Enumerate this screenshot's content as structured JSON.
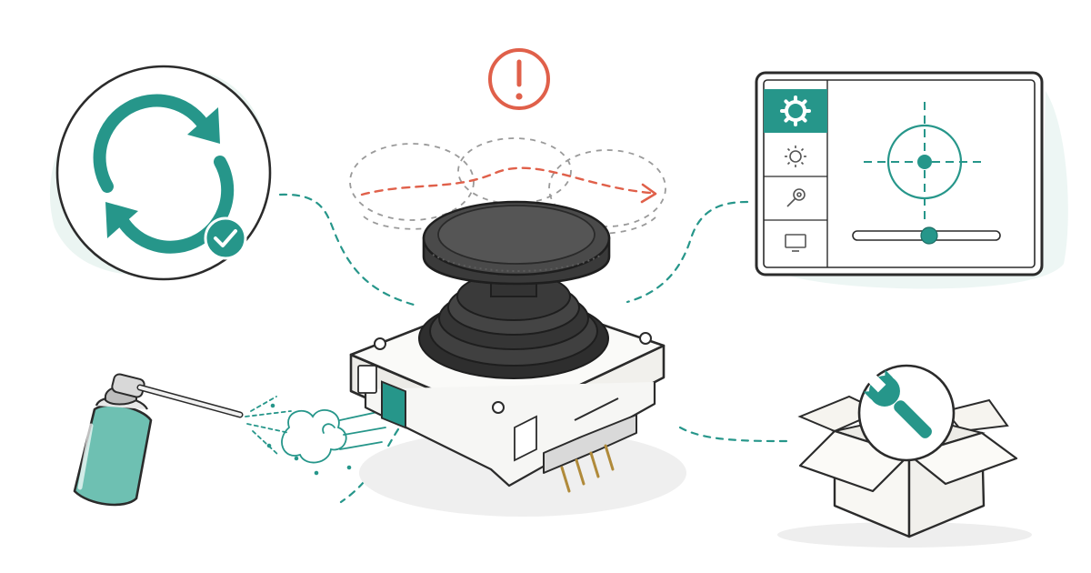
{
  "colors": {
    "accent": "#26968a",
    "accent_light": "#e3f1ee",
    "warning": "#e0604a",
    "ink": "#2b2b2b",
    "joystick_dark": "#3b3b3b",
    "housing": "#f7f7f5"
  },
  "icons": {
    "center": "analog-stick-module-icon",
    "drift": "exclamation-circle-icon",
    "recalibrate": "sync-check-icon",
    "settings": "settings-calibration-screen-icon",
    "cleaning": "compressed-air-can-icon",
    "repair": "repair-box-wrench-icon"
  },
  "settings_menu": [
    {
      "icon": "gear-icon",
      "active": true
    },
    {
      "icon": "brightness-icon",
      "active": false
    },
    {
      "icon": "controller-icon",
      "active": false
    },
    {
      "icon": "display-icon",
      "active": false
    }
  ],
  "calibration": {
    "crosshair_offset": [
      0,
      0
    ],
    "slider_level": 0.52
  }
}
